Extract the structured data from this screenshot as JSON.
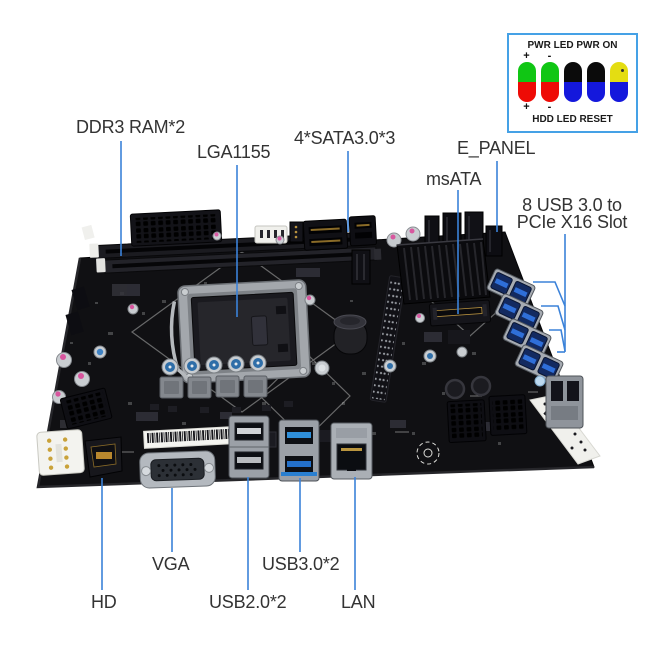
{
  "colors": {
    "leader_line": "#3b82d9",
    "label_text": "#333333",
    "legend_border": "#45a1e6",
    "pcb": "#101013",
    "usb_port_blue": "#2f6fd8"
  },
  "legend": {
    "top_label": "PWR LED PWR ON",
    "bottom_label": "HDD LED RESET",
    "pins": [
      {
        "name": "pwr-pin",
        "sign_top": "+",
        "sign_bottom": "+",
        "top_color": "#10c614",
        "bottom_color": "#ee0b06"
      },
      {
        "name": "led-pin",
        "sign_top": "-",
        "sign_bottom": "-",
        "top_color": "#10c614",
        "bottom_color": "#ee0b06"
      },
      {
        "name": "pwr-on-pin",
        "top_color": "#0b0b0b",
        "bottom_color": "#1418dc"
      },
      {
        "name": "reset-pin",
        "top_color": "#0b0b0b",
        "bottom_color": "#1418dc"
      },
      {
        "name": "spare-pin",
        "top_color": "#e4dd12",
        "bottom_color": "#1418dc"
      }
    ]
  },
  "callouts": {
    "ddr3": {
      "label": "DDR3 RAM*2"
    },
    "lga1155": {
      "label": "LGA1155"
    },
    "sata": {
      "label": "4*SATA3.0*3"
    },
    "e_panel": {
      "label": "E_PANEL"
    },
    "msata": {
      "label": "msATA"
    },
    "usb_pcie": {
      "label_line1": "8 USB 3.0 to",
      "label_line2": "PCIe X16 Slot"
    },
    "vga": {
      "label": "VGA"
    },
    "hd": {
      "label": "HD"
    },
    "usb2": {
      "label": "USB2.0*2"
    },
    "usb3": {
      "label": "USB3.0*2"
    },
    "lan": {
      "label": "LAN"
    }
  }
}
